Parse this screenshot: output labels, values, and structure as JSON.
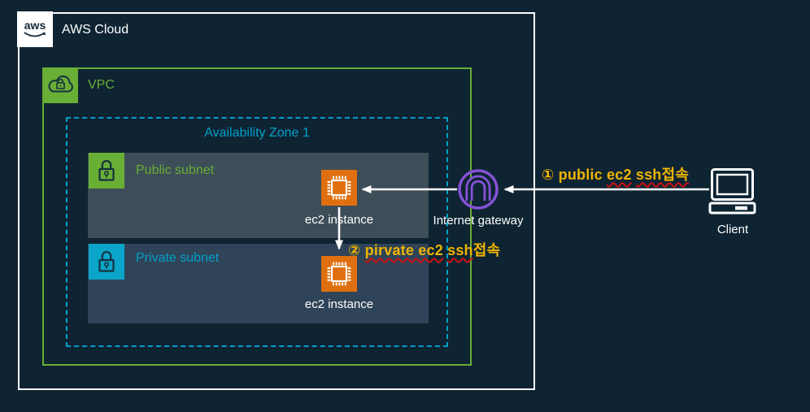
{
  "colors": {
    "background": "#0E2433",
    "aws_cloud_border": "#FFFFFF",
    "vpc_green": "#69AE35",
    "subnet_cyan": "#00A1C9",
    "ec2_orange": "#E0700F",
    "gateway_purple": "#8552D6",
    "annotation_yellow": "#F0B400",
    "squiggle_red": "#CC1111",
    "public_panel": "#3D4E58",
    "private_panel": "#2F4458",
    "text_white": "#FFFFFF"
  },
  "aws_cloud": {
    "logo": "aws",
    "title": "AWS Cloud"
  },
  "vpc": {
    "label": "VPC"
  },
  "availability_zone": {
    "label": "Availability Zone 1"
  },
  "public_subnet": {
    "label": "Public subnet"
  },
  "private_subnet": {
    "label": "Private subnet"
  },
  "ec2_public": {
    "label": "ec2 instance"
  },
  "ec2_private": {
    "label": "ec2 instance"
  },
  "internet_gateway": {
    "label": "Internet gateway"
  },
  "client": {
    "label": "Client"
  },
  "annotations": {
    "step1": {
      "prefix": "① public ",
      "misspelled1": "ec2",
      "sep": " ",
      "misspelled2": "ssh접속",
      "suffix": ""
    },
    "step2": {
      "prefix": "② ",
      "misspelled1": "pirvate ec2",
      "sep": " ",
      "misspelled2": "ssh",
      "suffix": "접속"
    }
  },
  "icons": {
    "aws_logo": "aws-smile-logo",
    "vpc": "cloud-lock-icon",
    "public_subnet": "padlock-icon",
    "private_subnet": "padlock-icon",
    "ec2": "chip-icon",
    "internet_gateway": "arch-circle-icon",
    "client": "desktop-computer-icon"
  }
}
